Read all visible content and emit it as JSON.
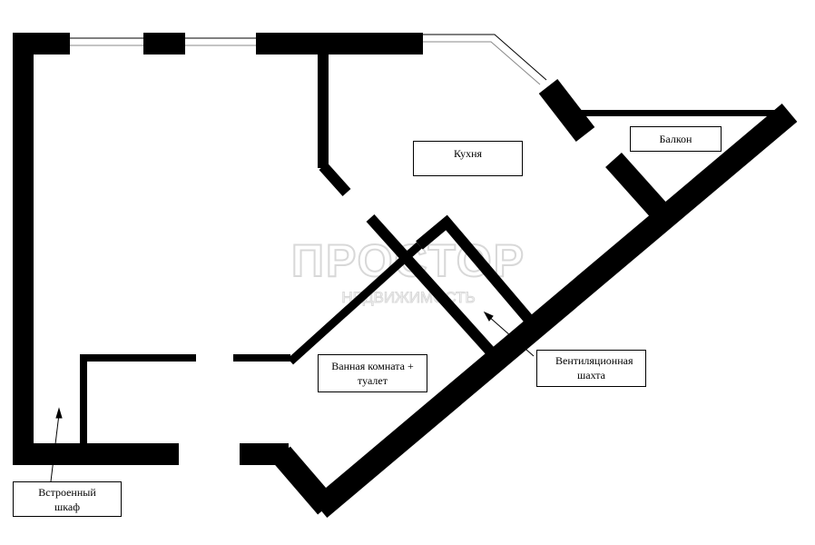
{
  "watermark": {
    "brand": "ПРОСТОР",
    "subtitle": "НЕДВИЖИМОСТЬ"
  },
  "rooms": {
    "kitchen": "Кухня",
    "balcony": "Балкон",
    "bathroom": "Ванная комната + туалет",
    "vent_shaft": "Вентиляционная шахта",
    "closet": "Встроенный шкаф"
  },
  "colors": {
    "wall": "#000000",
    "background": "#ffffff",
    "watermark": "#e6e6e6"
  }
}
